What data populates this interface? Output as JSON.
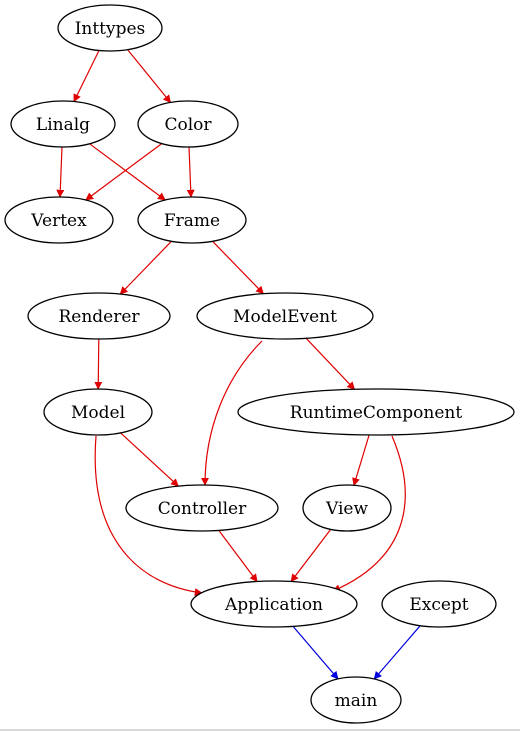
{
  "colors": {
    "dependency_edge": "#e00000",
    "main_edge": "#0000e0",
    "node_stroke": "#000000",
    "node_fill": "#ffffff"
  },
  "nodes": [
    {
      "id": "inttypes",
      "label": "Inttypes"
    },
    {
      "id": "linalg",
      "label": "Linalg"
    },
    {
      "id": "color",
      "label": "Color"
    },
    {
      "id": "vertex",
      "label": "Vertex"
    },
    {
      "id": "frame",
      "label": "Frame"
    },
    {
      "id": "renderer",
      "label": "Renderer"
    },
    {
      "id": "modelevent",
      "label": "ModelEvent"
    },
    {
      "id": "model",
      "label": "Model"
    },
    {
      "id": "runtimecomponent",
      "label": "RuntimeComponent"
    },
    {
      "id": "controller",
      "label": "Controller"
    },
    {
      "id": "view",
      "label": "View"
    },
    {
      "id": "application",
      "label": "Application"
    },
    {
      "id": "except",
      "label": "Except"
    },
    {
      "id": "main",
      "label": "main"
    }
  ],
  "edges": [
    {
      "from": "inttypes",
      "to": "linalg",
      "kind": "dependency"
    },
    {
      "from": "inttypes",
      "to": "color",
      "kind": "dependency"
    },
    {
      "from": "linalg",
      "to": "vertex",
      "kind": "dependency"
    },
    {
      "from": "linalg",
      "to": "frame",
      "kind": "dependency"
    },
    {
      "from": "color",
      "to": "vertex",
      "kind": "dependency"
    },
    {
      "from": "color",
      "to": "frame",
      "kind": "dependency"
    },
    {
      "from": "frame",
      "to": "renderer",
      "kind": "dependency"
    },
    {
      "from": "frame",
      "to": "modelevent",
      "kind": "dependency"
    },
    {
      "from": "renderer",
      "to": "model",
      "kind": "dependency"
    },
    {
      "from": "modelevent",
      "to": "controller",
      "kind": "dependency"
    },
    {
      "from": "modelevent",
      "to": "runtimecomponent",
      "kind": "dependency"
    },
    {
      "from": "model",
      "to": "controller",
      "kind": "dependency"
    },
    {
      "from": "model",
      "to": "application",
      "kind": "dependency"
    },
    {
      "from": "runtimecomponent",
      "to": "view",
      "kind": "dependency"
    },
    {
      "from": "runtimecomponent",
      "to": "application",
      "kind": "dependency"
    },
    {
      "from": "controller",
      "to": "application",
      "kind": "dependency"
    },
    {
      "from": "view",
      "to": "application",
      "kind": "dependency"
    },
    {
      "from": "application",
      "to": "main",
      "kind": "main"
    },
    {
      "from": "except",
      "to": "main",
      "kind": "main"
    }
  ]
}
